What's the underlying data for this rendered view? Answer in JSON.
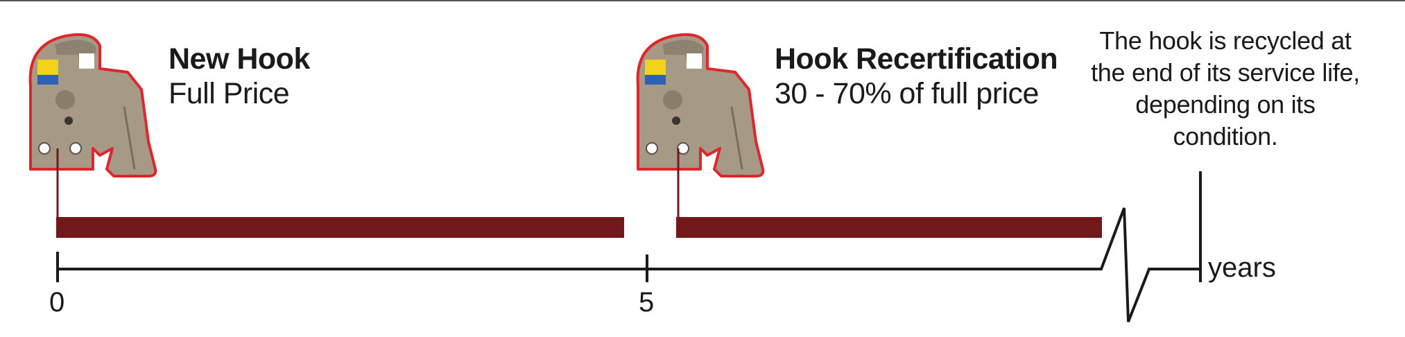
{
  "stages": [
    {
      "title": "New Hook",
      "subtitle": "Full Price"
    },
    {
      "title": "Hook Recertification",
      "subtitle": "30 - 70% of full price"
    }
  ],
  "end_note": "The hook is recycled at the end of its service life, depending on its condition.",
  "axis": {
    "ticks": [
      "0",
      "5"
    ],
    "unit_label": "years"
  },
  "chart_data": {
    "type": "timeline",
    "segments": [
      {
        "label": "New Hook",
        "start_year": 0,
        "end_year": 5
      },
      {
        "label": "Hook Recertification",
        "start_year": 5,
        "end_year": 9
      }
    ],
    "axis_break": true
  },
  "colors": {
    "bar": "#72181b",
    "hook_outline": "#e0262b",
    "axis": "#1a1a1a"
  }
}
